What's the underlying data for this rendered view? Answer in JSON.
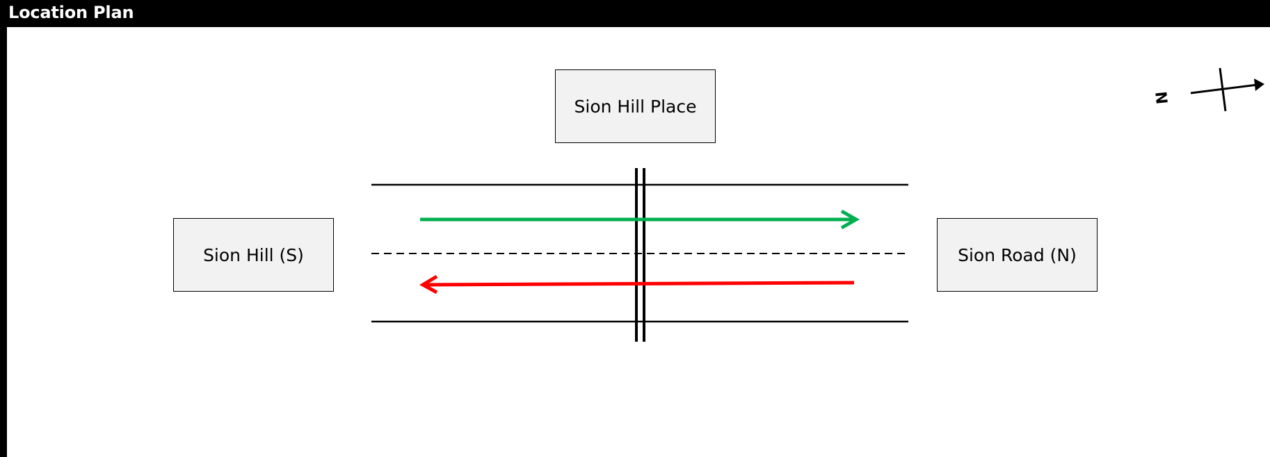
{
  "header": {
    "title": "Location Plan",
    "background": "#000000",
    "text_color": "#ffffff"
  },
  "plan": {
    "labels": {
      "place": "Sion Hill Place",
      "south": "Sion Hill (S)",
      "north": "Sion Road (N)"
    },
    "north_arrow": {
      "letter": "N",
      "icon": "north-arrow-icon"
    },
    "colors": {
      "northbound_arrow": "#00b050",
      "southbound_arrow": "#ff0000",
      "road_lines": "#000000",
      "label_box_fill": "#f2f2f2"
    }
  }
}
